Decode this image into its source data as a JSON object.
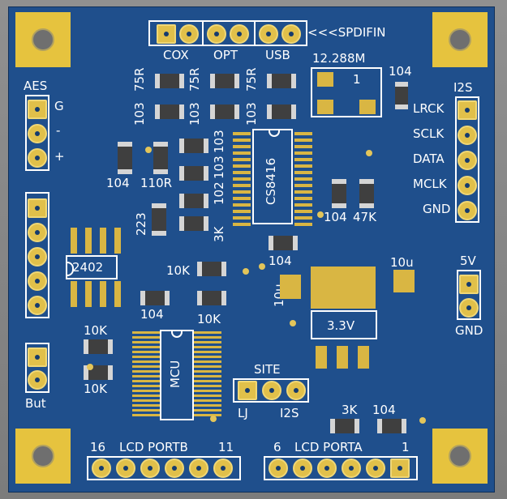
{
  "pcb": {
    "spdif": {
      "label": "<<<SPDIFIN",
      "inputs": [
        "COX",
        "OPT",
        "USB"
      ]
    },
    "aes": {
      "title": "AES",
      "pins": [
        "G",
        "-",
        "+"
      ]
    },
    "i2s_out": {
      "title": "I2S",
      "pins": [
        "LRCK",
        "SCLK",
        "DATA",
        "MCLK",
        "GND"
      ]
    },
    "power": {
      "title": "5V",
      "gnd": "GND"
    },
    "button": {
      "label": "But"
    },
    "crystal": {
      "freq": "12.288M",
      "pin1": "1"
    },
    "resistors_top": [
      "75R",
      "75R",
      "75R"
    ],
    "caps_top": [
      "103",
      "103",
      "103"
    ],
    "cap_104_crystal": "104",
    "receiver": {
      "name": "CS8416"
    },
    "rec_side_labels": [
      "103",
      "103",
      "102",
      "3K"
    ],
    "rec_104": "104",
    "rec_47k": "47K",
    "rec_104b": "104",
    "left_104": "104",
    "left_110r": "110R",
    "left_223": "223",
    "eeprom": "2402",
    "r10k_a": "10K",
    "r10k_b": "10K",
    "r10k_c": "10K",
    "r10k_d": "10K",
    "mcu_104": "104",
    "mcu": "MCU",
    "cap_10u_a": "10u",
    "cap_10u_b": "10u",
    "regulator": "3.3V",
    "site": {
      "title": "SITE",
      "left": "LJ",
      "right": "I2S"
    },
    "r3k": "3K",
    "c104_br": "104",
    "lcd_b": {
      "left": "16",
      "mid": "LCD PORTB",
      "right": "11"
    },
    "lcd_a": {
      "left": "6",
      "mid": "LCD PORTA",
      "right": "1"
    }
  }
}
